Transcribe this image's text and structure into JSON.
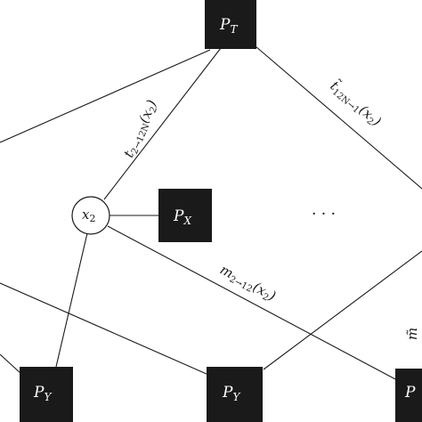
{
  "diagram": {
    "nodes": {
      "pt": {
        "base": "P",
        "sub": "T"
      },
      "px": {
        "base": "P",
        "sub": "X"
      },
      "py1": {
        "base": "P",
        "sub": "Y"
      },
      "py2": {
        "base": "P",
        "sub": "Y"
      },
      "pr": {
        "base": "P",
        "sub": ""
      },
      "x2": {
        "base": "x",
        "sub": "2"
      }
    },
    "labels": {
      "t_up": {
        "base": "t",
        "sub": "2→12N",
        "arg": "(x",
        "argsub": "2",
        "close": ")"
      },
      "t_down": {
        "base": "t̃",
        "sub": "12N→1",
        "arg": "(x",
        "argsub": "2",
        "close": ")"
      },
      "m_edge": {
        "base": "m",
        "sub": "2→12",
        "arg": "(x",
        "argsub": "2",
        "close": ")"
      },
      "m_right": {
        "base": "m̃",
        "sub": "",
        "arg": "",
        "argsub": "",
        "close": ""
      }
    },
    "ellipsis": "· · ·"
  }
}
